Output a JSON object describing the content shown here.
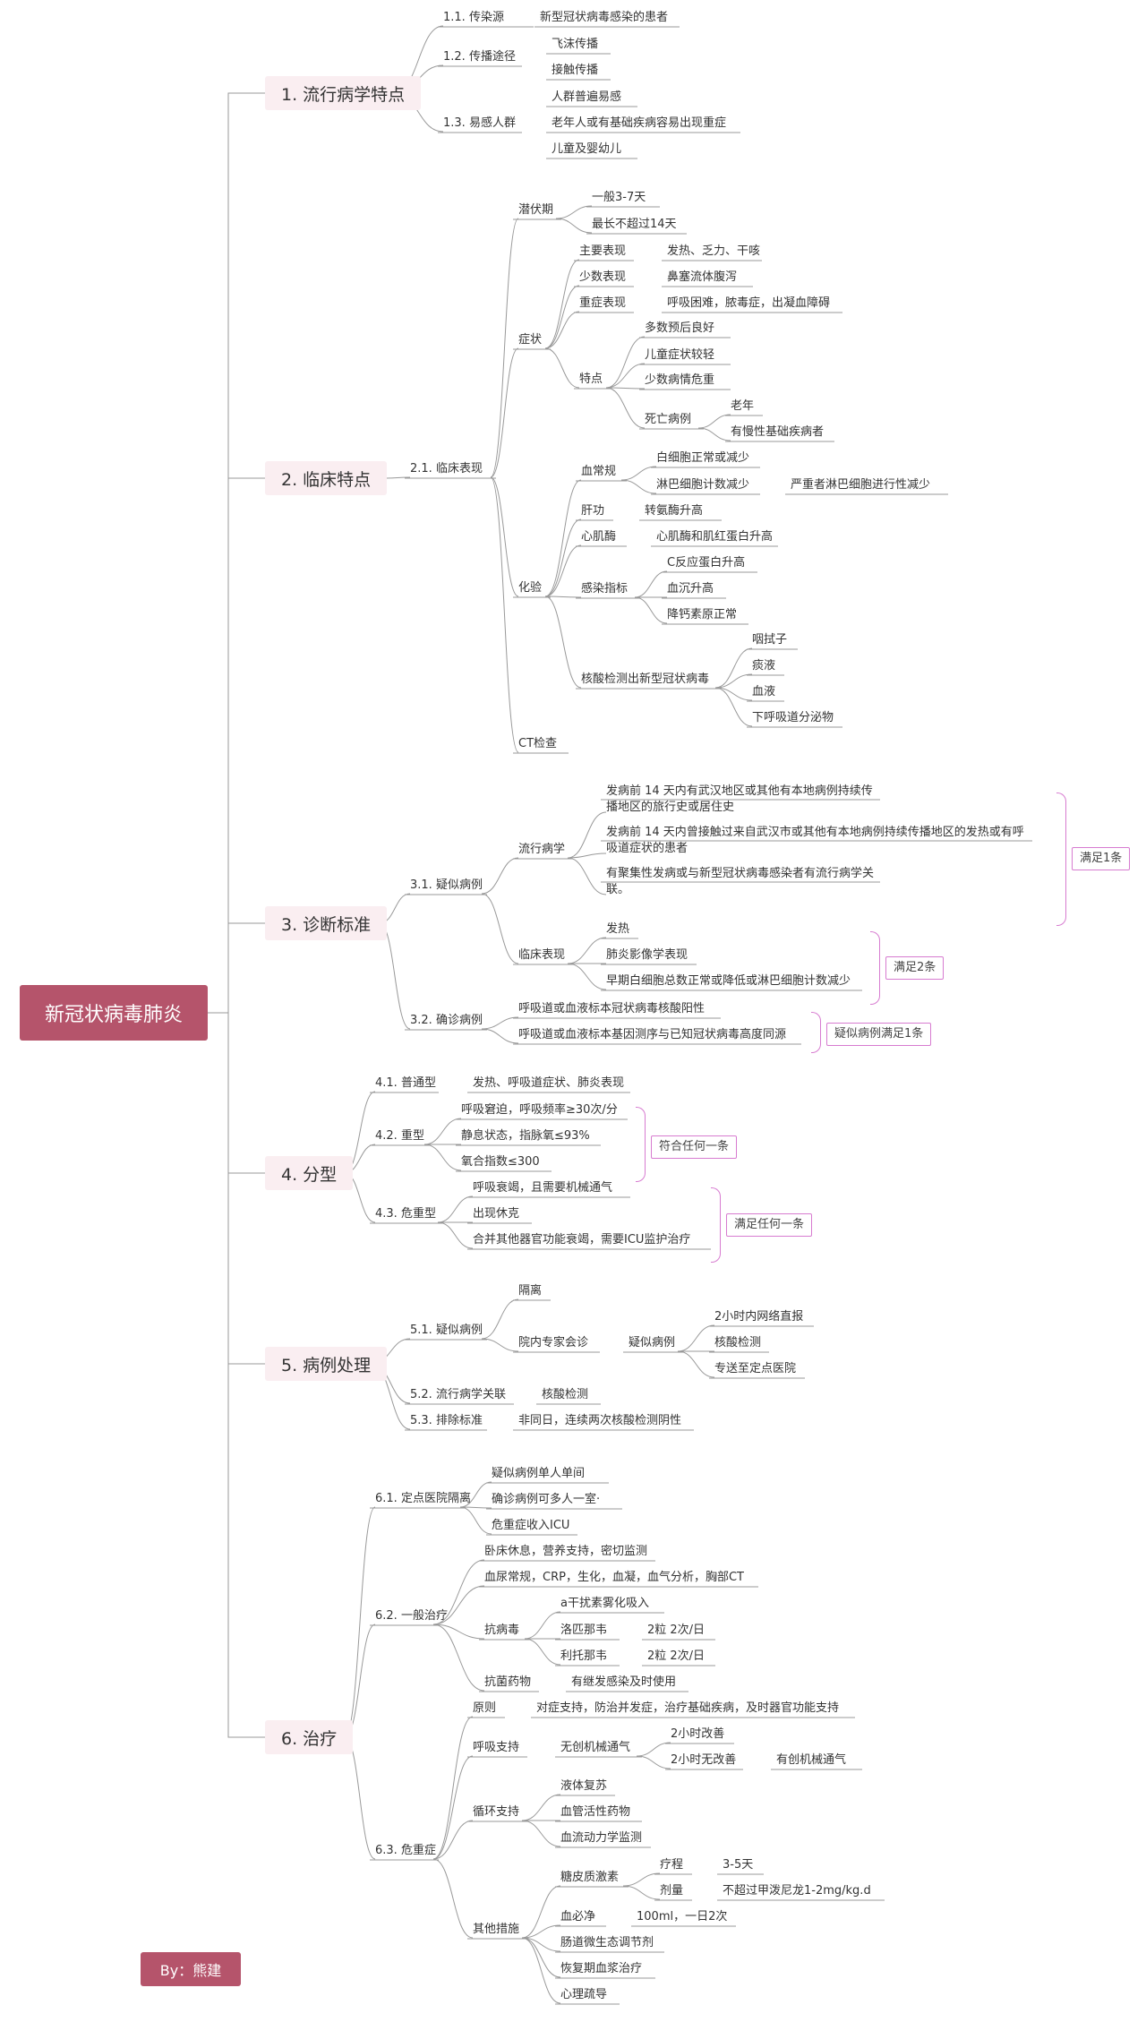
{
  "root": "新冠状病毒肺炎",
  "author": "By：熊建",
  "s1": {
    "title": "1. 流行病学特点",
    "a": "1.1. 传染源",
    "a1": "新型冠状病毒感染的患者",
    "b": "1.2. 传播途径",
    "b1": "飞沫传播",
    "b2": "接触传播",
    "c": "1.3. 易感人群",
    "c1": "人群普遍易感",
    "c2": "老年人或有基础疾病容易出现重症",
    "c3": "儿童及婴幼儿"
  },
  "s2": {
    "title": "2. 临床特点",
    "n21": "2.1. 临床表现",
    "inc": "潜伏期",
    "inc1": "一般3-7天",
    "inc2": "最长不超过14天",
    "sym": "症状",
    "main": "主要表现",
    "main1": "发热、乏力、干咳",
    "few": "少数表现",
    "few1": "鼻塞流体腹泻",
    "sev": "重症表现",
    "sev1": "呼吸困难，脓毒症，出凝血障碍",
    "feat": "特点",
    "f1": "多数预后良好",
    "f2": "儿童症状较轻",
    "f3": "少数病情危重",
    "death": "死亡病例",
    "d1": "老年",
    "d2": "有慢性基础疾病者",
    "lab": "化验",
    "blood": "血常规",
    "bl1": "白细胞正常或减少",
    "bl2": "淋巴细胞计数减少",
    "bl2a": "严重者淋巴细胞进行性减少",
    "liver": "肝功",
    "liver1": "转氨酶升高",
    "heart": "心肌酶",
    "heart1": "心肌酶和肌红蛋白升高",
    "inf": "感染指标",
    "inf1": "C反应蛋白升高",
    "inf2": "血沉升高",
    "inf3": "降钙素原正常",
    "nuc": "核酸检测出新型冠状病毒",
    "nuc1": "咽拭子",
    "nuc2": "痰液",
    "nuc3": "血液",
    "nuc4": "下呼吸道分泌物",
    "ct": "CT检查"
  },
  "s3": {
    "title": "3. 诊断标准",
    "n31": "3.1. 疑似病例",
    "epi": "流行病学",
    "e1": "发病前 14 天内有武汉地区或其他有本地病例持续传播地区的旅行史或居住史",
    "e2": "发病前 14 天内曾接触过来自武汉市或其他有本地病例持续传播地区的发热或有呼吸道症状的患者",
    "e3": "有聚集性发病或与新型冠状病毒感染者有流行病学关联。",
    "clin": "临床表现",
    "c1": "发热",
    "c2": "肺炎影像学表现",
    "c3": "早期白细胞总数正常或降低或淋巴细胞计数减少",
    "meet1": "满足1条",
    "meet2": "满足2条",
    "n32": "3.2. 确诊病例",
    "k1": "呼吸道或血液标本冠状病毒核酸阳性",
    "k2": "呼吸道或血液标本基因测序与已知冠状病毒高度同源",
    "meet3": "疑似病例满足1条"
  },
  "s4": {
    "title": "4. 分型",
    "n41": "4.1. 普通型",
    "n41a": "发热、呼吸道症状、肺炎表现",
    "n42": "4.2. 重型",
    "n42a": "呼吸窘迫，呼吸频率≥30次/分",
    "n42b": "静息状态，指脉氧≤93%",
    "n42c": "氧合指数≤300",
    "any1": "符合任何一条",
    "n43": "4.3. 危重型",
    "n43a": "呼吸衰竭，且需要机械通气",
    "n43b": "出现休克",
    "n43c": "合并其他器官功能衰竭，需要ICU监护治疗",
    "any2": "满足任何一条"
  },
  "s5": {
    "title": "5. 病例处理",
    "n51": "5.1. 疑似病例",
    "iso": "隔离",
    "consult": "院内专家会诊",
    "sus": "疑似病例",
    "sus1": "2小时内网络直报",
    "sus2": "核酸检测",
    "sus3": "专送至定点医院",
    "n52": "5.2. 流行病学关联",
    "n52a": "核酸检测",
    "n53": "5.3. 排除标准",
    "n53a": "非同日，连续两次核酸检测阴性"
  },
  "s6": {
    "title": "6. 治疗",
    "n61": "6.1. 定点医院隔离",
    "i1": "疑似病例单人单间",
    "i2": "确诊病例可多人一室·",
    "i3": "危重症收入ICU",
    "n62": "6.2. 一般治疗",
    "g1": "卧床休息，营养支持，密切监测",
    "g2": "血尿常规，CRP，生化，血凝，血气分析，胸部CT",
    "av": "抗病毒",
    "av1": "a干扰素雾化吸入",
    "av2": "洛匹那韦",
    "av2a": "2粒 2次/日",
    "av3": "利托那韦",
    "av3a": "2粒 2次/日",
    "ab": "抗菌药物",
    "ab1": "有继发感染及时使用",
    "n63": "6.3. 危重症",
    "pr": "原则",
    "pr1": "对症支持，防治并发症，治疗基础疾病，及时器官功能支持",
    "resp": "呼吸支持",
    "niv": "无创机械通气",
    "niv1": "2小时改善",
    "niv2": "2小时无改善",
    "niv2a": "有创机械通气",
    "circ": "循环支持",
    "ci1": "液体复苏",
    "ci2": "血管活性药物",
    "ci3": "血流动力学监测",
    "oth": "其他措施",
    "gc": "糖皮质激素",
    "gc1": "疗程",
    "gc1a": "3-5天",
    "gc2": "剂量",
    "gc2a": "不超过甲泼尼龙1-2mg/kg.d",
    "xbj": "血必净",
    "xbj1": "100ml，一日2次",
    "o2": "肠道微生态调节剂",
    "o3": "恢复期血浆治疗",
    "o4": "心理疏导"
  }
}
